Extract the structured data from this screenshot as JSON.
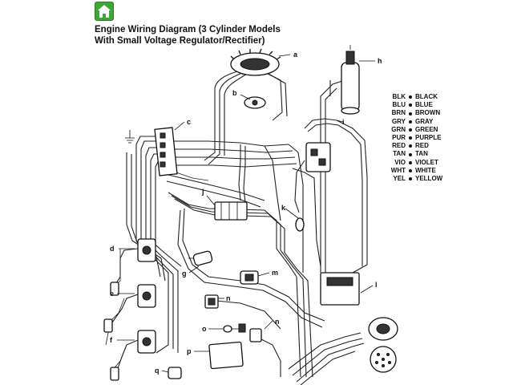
{
  "header": {
    "home_icon": "home-icon",
    "title_line1": "Engine Wiring Diagram (3 Cylinder Models",
    "title_line2": "With Small Voltage Regulator/Rectifier)"
  },
  "legend": [
    {
      "code": "BLK",
      "name": "BLACK"
    },
    {
      "code": "BLU",
      "name": "BLUE"
    },
    {
      "code": "BRN",
      "name": "BROWN"
    },
    {
      "code": "GRY",
      "name": "GRAY"
    },
    {
      "code": "GRN",
      "name": "GREEN"
    },
    {
      "code": "PUR",
      "name": "PURPLE"
    },
    {
      "code": "RED",
      "name": "RED"
    },
    {
      "code": "TAN",
      "name": "TAN"
    },
    {
      "code": "VIO",
      "name": "VIOLET"
    },
    {
      "code": "WHT",
      "name": "WHITE"
    },
    {
      "code": "YEL",
      "name": "YELLOW"
    }
  ],
  "callouts": {
    "a": "a",
    "b": "b",
    "c": "c",
    "d": "d",
    "e": "e",
    "f": "f",
    "g": "g",
    "h": "h",
    "i": "i",
    "j": "j",
    "k": "k",
    "l": "l",
    "m": "m",
    "n1": "n",
    "n2": "n",
    "o": "o",
    "p": "p",
    "q": "q"
  },
  "colors": {
    "home_button": "#3fa535",
    "line": "#222222",
    "background": "#ffffff"
  }
}
